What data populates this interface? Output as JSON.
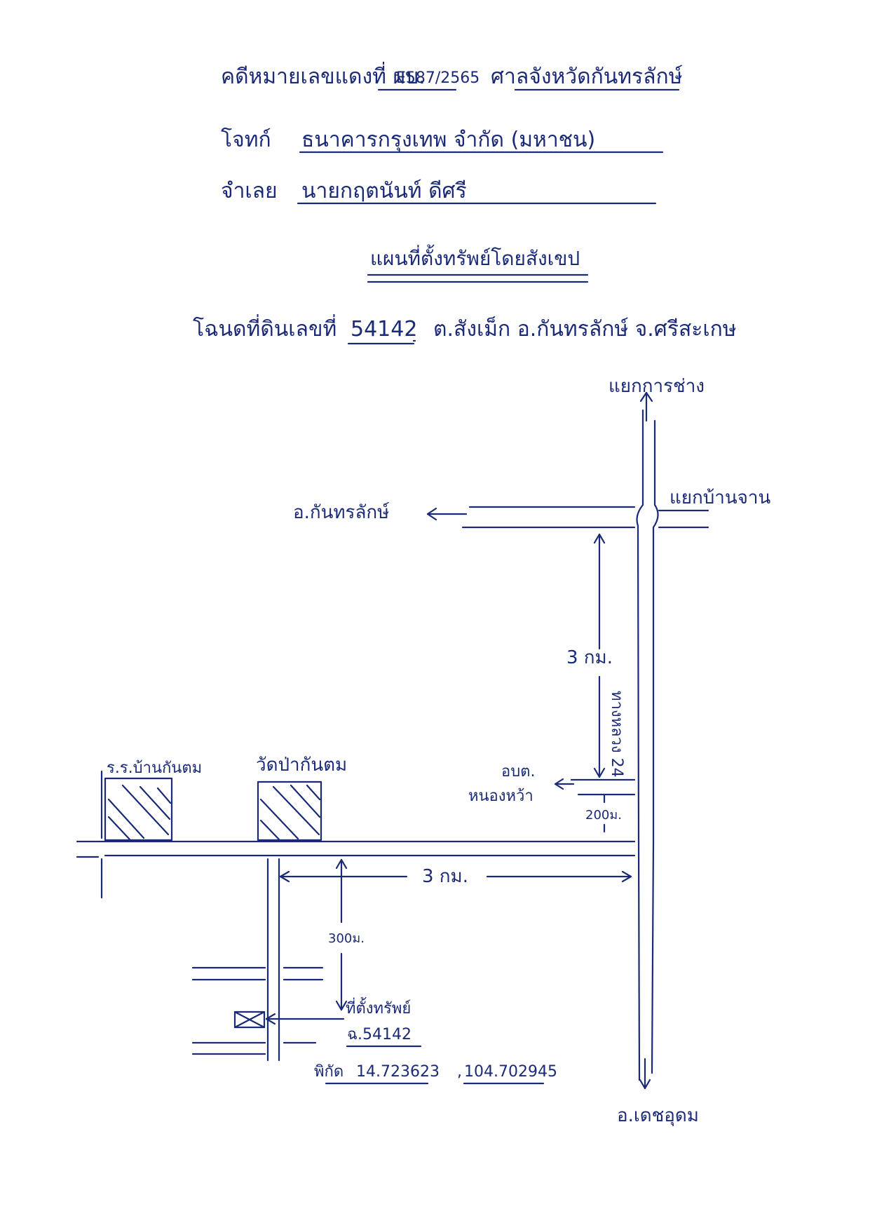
{
  "header": {
    "case_label": "คดีหมายเลขแดงที่ ผบ.",
    "case_number": "E587/2565",
    "court": "ศาลจังหวัดกันทรลักษ์",
    "plaintiff_label": "โจทก์",
    "plaintiff_name": "ธนาคารกรุงเทพ จำกัด (มหาชน)",
    "defendant_label": "จำเลย",
    "defendant_name": "นายกฤตนันท์ ดีศรี",
    "map_title": "แผนที่ตั้งทรัพย์โดยสังเขป",
    "deed_label": "โฉนดที่ดินเลขที่",
    "deed_number": "54142",
    "location": "ต.สังเม็ก อ.กันทรลักษ์ จ.ศรีสะเกษ"
  },
  "map": {
    "junction_north": "แยกการช่าง",
    "junction_east": "แยกบ้านจาน",
    "to_west": "อ.กันทรลักษ์",
    "dist_vertical": "3 กม.",
    "road_name": "ทางหลวง 24",
    "tambon_office": "อบต.",
    "tambon_name": "หนองหว้า",
    "dist_tambon": "200ม.",
    "school": "ร.ร.บ้านกันตม",
    "temple": "วัดป่ากันตม",
    "dist_horizontal": "3 กม.",
    "dist_side": "300ม.",
    "property_label": "ที่ตั้งทรัพย์",
    "property_deed": "ฉ.54142",
    "coords_prefix": "พิกัด",
    "coords_lat": "14.723623",
    "coords_lon": "104.702945",
    "to_south": "อ.เดชอุดม"
  },
  "colors": {
    "ink": "#1b2a78",
    "paper": "#ffffff"
  },
  "icons": [
    "hatched-building-icon",
    "property-marker-icon",
    "arrow-icon"
  ]
}
